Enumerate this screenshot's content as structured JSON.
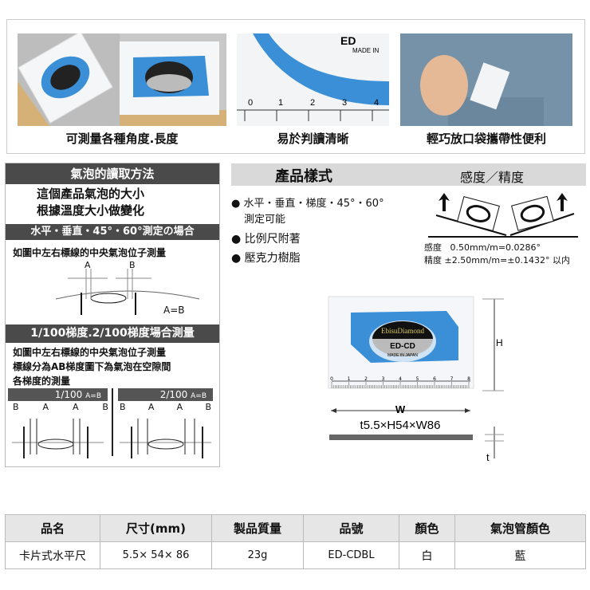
{
  "top": {
    "captions": [
      "可測量各種角度.長度",
      "易於判讀清晰",
      "輕巧放口袋攜帶性便利"
    ]
  },
  "reading": {
    "title": "氣泡的讀取方法",
    "intro": [
      "這個產品氣泡的大小",
      "根據溫度大小做變化"
    ],
    "section1": {
      "title": "水平・垂直・45°・60°測定の場合",
      "text": "如圖中左右標線的中央氣泡位子測量",
      "a": "A",
      "b": "B",
      "eq": "A=B"
    },
    "section2": {
      "title": "1/100梯度.2/100梯度場合測量",
      "text": [
        "如圖中左右標線的中央氣泡位子測量",
        "標線分為AB梯度圖下為氣泡在空隙間",
        "各梯度的測量"
      ],
      "g1": {
        "label": "1/100",
        "eq": "A=B"
      },
      "g2": {
        "label": "2/100",
        "eq": "A=B"
      },
      "letters": [
        "B",
        "A",
        "A",
        "B"
      ]
    }
  },
  "spec": {
    "title": "產品樣式",
    "bullets": [
      "水平・垂直・梯度・45°・60°",
      "比例尺附著",
      "壓克力樹脂"
    ],
    "bullet1_cont": "測定可能"
  },
  "sensitivity": {
    "title": "感度／精度",
    "line1_label": "感度",
    "line1_value": "0.50mm/m=0.0286°",
    "line2_label": "精度",
    "line2_value": "±2.50mm/m=±0.1432° 以内"
  },
  "product": {
    "brand": "EbisuDiamond",
    "model": "ED-CD",
    "made": "MADE IN JAPAN",
    "dims": "t5.5×H54×W86",
    "w": "W",
    "h": "H",
    "t": "t",
    "ruler": [
      "0",
      "1",
      "2",
      "3",
      "4",
      "5",
      "6",
      "7",
      "8"
    ]
  },
  "table": {
    "headers": [
      "品名",
      "尺寸(mm)",
      "製品質量",
      "品號",
      "顏色",
      "氣泡管顏色"
    ],
    "row": [
      "卡片式水平尺",
      "5.5× 54× 86",
      "23g",
      "ED-CDBL",
      "白",
      "藍"
    ]
  },
  "colors": {
    "blue": "#3a8fd6",
    "dark": "#4a4a4a"
  }
}
